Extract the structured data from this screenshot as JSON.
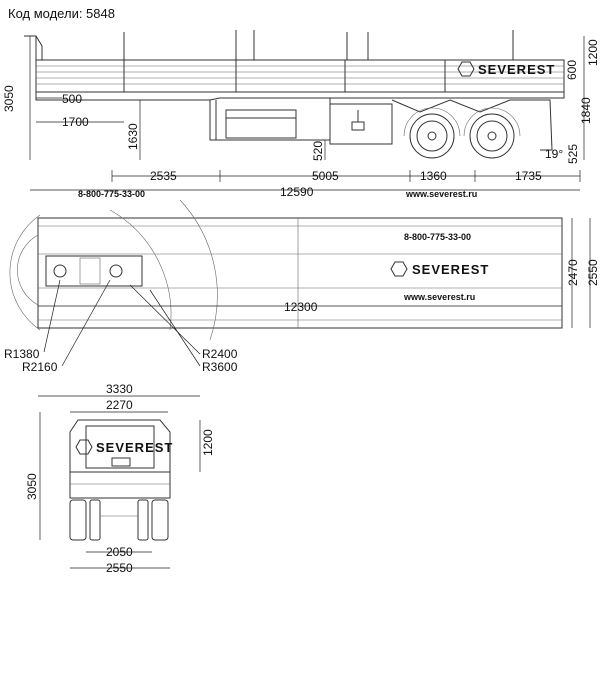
{
  "header": {
    "model_label": "Код модели: 5848"
  },
  "brand": {
    "logo_text": "SEVEREST",
    "phone": "8-800-775-33-00",
    "website": "www.severest.ru"
  },
  "side_view": {
    "height_total": "3050",
    "sideboard_height": "1200",
    "sideboard_low": "600",
    "deck_height": "1840",
    "wheel_clear": "525",
    "front_offset": "500",
    "kingpin_offset": "1700",
    "coupling_height": "1630",
    "frame_height": "520",
    "angle": "19°",
    "dim_2535": "2535",
    "dim_5005": "5005",
    "dim_1360": "1360",
    "dim_1735": "1735",
    "overall_length": "12590"
  },
  "top_view": {
    "platform_length": "12300",
    "inner_width": "2470",
    "outer_width": "2550",
    "r1380": "R1380",
    "r2160": "R2160",
    "r2400": "R2400",
    "r3600": "R3600"
  },
  "front_view": {
    "width_3330": "3330",
    "width_2270": "2270",
    "height_1200": "1200",
    "height_3050": "3050",
    "track_2050": "2050",
    "width_2550": "2550"
  }
}
